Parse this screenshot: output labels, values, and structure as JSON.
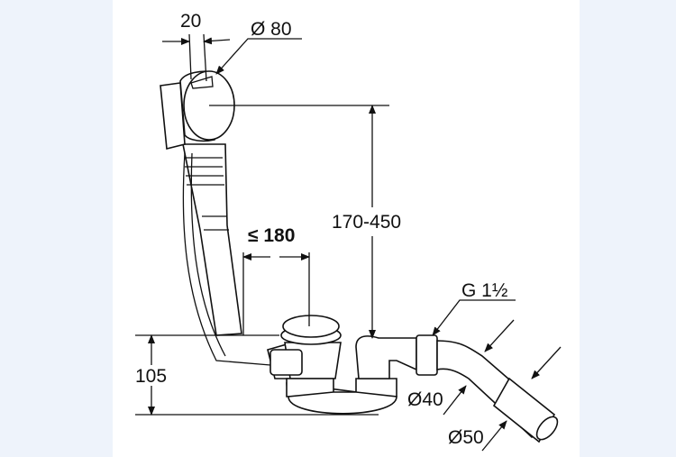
{
  "drawing": {
    "title": "Bath waste and overflow set dimension drawing",
    "dimensions": {
      "knob_width": "20",
      "knob_diameter": "Ø 80",
      "height_range": "170-450",
      "max_distance": "≤ 180",
      "trap_height": "105",
      "thread": "G 1½",
      "inner_diameter": "Ø40",
      "outer_diameter": "Ø50"
    },
    "colors": {
      "background": "#eef3fb",
      "sheet": "#ffffff",
      "line": "#111111"
    }
  }
}
